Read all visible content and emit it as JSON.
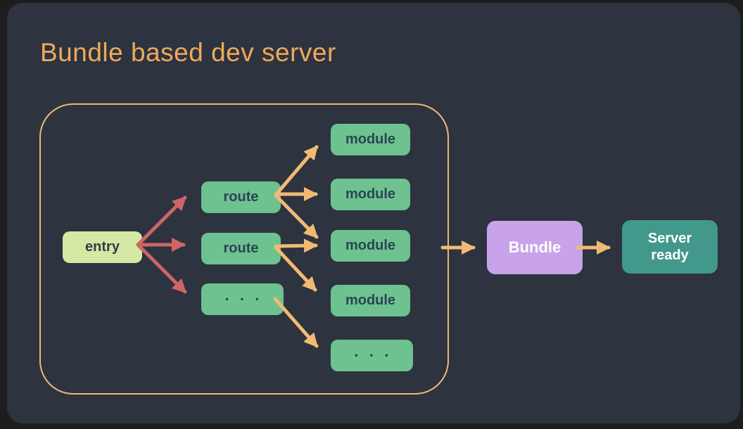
{
  "title": "Bundle based dev server",
  "palette": {
    "page_bg": "#1d1d1d",
    "slide_bg": "#2d333f",
    "title_color": "#efa95b",
    "group_border": "#edb87a",
    "entry_bg": "#d5e8a4",
    "node_green_bg": "#6dc290",
    "node_text": "#2b4553",
    "bundle_bg": "#c8a3e9",
    "server_bg": "#42988b",
    "light_text": "#ffffff",
    "arrow_red": "#cd6566",
    "arrow_orange": "#f1ba74"
  },
  "nodes": {
    "entry": {
      "label": "entry"
    },
    "route1": {
      "label": "route"
    },
    "route2": {
      "label": "route"
    },
    "route_more": {
      "label": "· · ·"
    },
    "module1": {
      "label": "module"
    },
    "module2": {
      "label": "module"
    },
    "module3": {
      "label": "module"
    },
    "module4": {
      "label": "module"
    },
    "module_more": {
      "label": "· · ·"
    },
    "bundle": {
      "label": "Bundle"
    },
    "server": {
      "label": "Server ready"
    }
  },
  "edges": [
    {
      "from": "entry",
      "to": "route1",
      "color": "red"
    },
    {
      "from": "entry",
      "to": "route2",
      "color": "red"
    },
    {
      "from": "entry",
      "to": "route_more",
      "color": "red"
    },
    {
      "from": "route1",
      "to": "module1",
      "color": "orange"
    },
    {
      "from": "route1",
      "to": "module2",
      "color": "orange"
    },
    {
      "from": "route1",
      "to": "module3",
      "color": "orange"
    },
    {
      "from": "route2",
      "to": "module3",
      "color": "orange"
    },
    {
      "from": "route2",
      "to": "module4",
      "color": "orange"
    },
    {
      "from": "route_more",
      "to": "module_more",
      "color": "orange"
    },
    {
      "from": "module_graph",
      "to": "bundle",
      "color": "orange"
    },
    {
      "from": "bundle",
      "to": "server",
      "color": "orange"
    }
  ]
}
